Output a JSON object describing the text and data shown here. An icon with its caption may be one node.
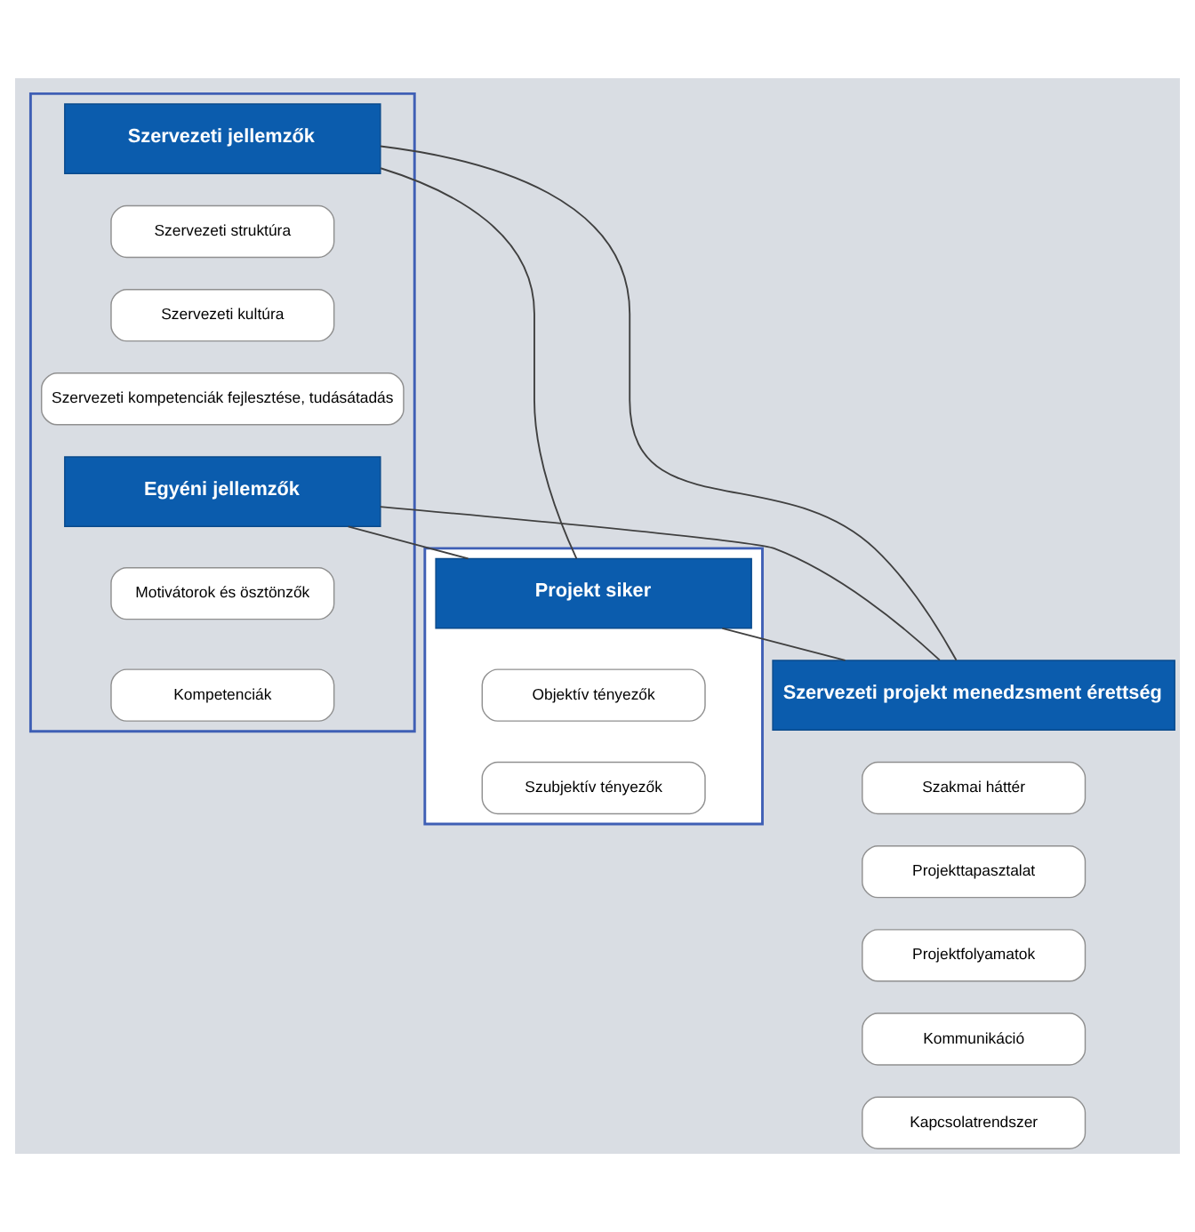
{
  "diagram": {
    "nodes": [
      {
        "text": [],
        "shape": "box"
      },
      {
        "text": [
          "Szervezeti jellemzők"
        ],
        "in": 0
      },
      {
        "text": [
          "Szervezeti struktúra"
        ],
        "in": 0
      },
      {
        "text": [
          "Szervezeti kultúra"
        ],
        "in": 0
      },
      {
        "text": [
          "Szervezeti kompetenciák fejlesztése, tudásátadás"
        ],
        "in": 0
      },
      {
        "text": [],
        "shape": "box"
      },
      {
        "text": [
          "Projekt siker"
        ],
        "in": 5
      },
      {
        "text": [
          "Objektív tényezők"
        ],
        "in": 5
      },
      {
        "text": [
          "Szubjektív tényezők"
        ],
        "in": 5
      },
      {
        "text": [
          "Egyéni jellemzők"
        ],
        "in": 0
      },
      {
        "text": [
          "Motivátorok és ösztönzők"
        ],
        "in": 0
      },
      {
        "text": [
          "Kompetenciák"
        ],
        "in": 0
      },
      {
        "text": [
          "Szervezeti projekt menedzsment érettség"
        ]
      },
      {
        "text": [
          "Szakmai háttér"
        ]
      },
      {
        "text": [
          "Projekttapasztalat"
        ]
      },
      {
        "text": [
          "Projektfolyamatok"
        ]
      },
      {
        "text": [
          "Kommunikáció"
        ]
      },
      {
        "text": [
          "Kapcsolatrendszer"
        ]
      }
    ],
    "edges": [
      {
        "from": 1,
        "to": 6,
        "arrow": "none"
      },
      {
        "from": 1,
        "to": 12,
        "arrow": "none"
      },
      {
        "from": 9,
        "to": 6,
        "arrow": "none"
      },
      {
        "from": 9,
        "to": 12,
        "arrow": "none"
      },
      {
        "from": 6,
        "to": 12,
        "arrow": "none"
      }
    ]
  }
}
